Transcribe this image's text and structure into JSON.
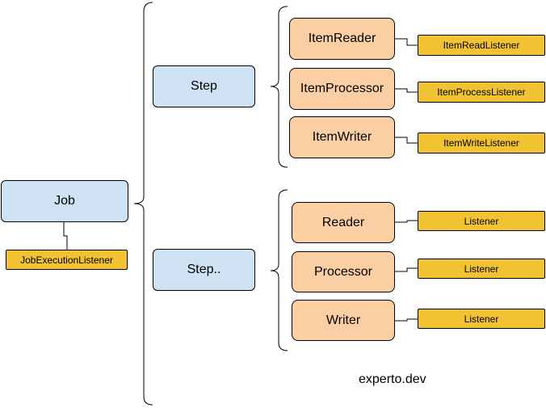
{
  "colors": {
    "step_fill": "#cfe2f3",
    "component_fill": "#fbcfa3",
    "listener_fill": "#f1c232",
    "outline": "#000000"
  },
  "job": {
    "label": "Job",
    "listener": "JobExecutionListener"
  },
  "steps": [
    {
      "label": "Step",
      "components": [
        {
          "label": "ItemReader",
          "listener": "ItemReadListener"
        },
        {
          "label": "ItemProcessor",
          "listener": "ItemProcessListener"
        },
        {
          "label": "ItemWriter",
          "listener": "ItemWriteListener"
        }
      ]
    },
    {
      "label": "Step..",
      "components": [
        {
          "label": "Reader",
          "listener": "Listener"
        },
        {
          "label": "Processor",
          "listener": "Listener"
        },
        {
          "label": "Writer",
          "listener": "Listener"
        }
      ]
    }
  ],
  "credit": "experto.dev"
}
